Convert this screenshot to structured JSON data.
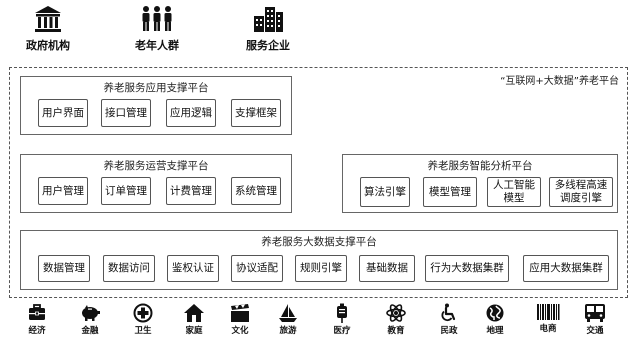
{
  "stakeholders": [
    {
      "icon": "government-building-icon",
      "label": "政府机构"
    },
    {
      "icon": "elderly-people-icon",
      "label": "老年人群"
    },
    {
      "icon": "enterprise-building-icon",
      "label": "服务企业"
    }
  ],
  "frame": {
    "title": "“互联网+大数据”养老平台"
  },
  "platforms": {
    "application": {
      "title": "养老服务应用支撑平台",
      "modules": [
        "用户界面",
        "接口管理",
        "应用逻辑",
        "支撑框架"
      ]
    },
    "operation": {
      "title": "养老服务运营支撑平台",
      "modules": [
        "用户管理",
        "订单管理",
        "计费管理",
        "系统管理"
      ]
    },
    "analysis": {
      "title": "养老服务智能分析平台",
      "modules": [
        "算法引擎",
        "模型管理",
        "人工智能\n模型",
        "多线程高速\n调度引擎"
      ]
    },
    "bigdata": {
      "title": "养老服务大数据支撑平台",
      "modules": [
        "数据管理",
        "数据访问",
        "鉴权认证",
        "协议适配",
        "规则引擎",
        "基础数据",
        "行为大数据集群",
        "应用大数据集群"
      ]
    }
  },
  "sectors": [
    {
      "icon": "briefcase-icon",
      "label": "经济"
    },
    {
      "icon": "piggy-bank-icon",
      "label": "金融"
    },
    {
      "icon": "medical-cross-icon",
      "label": "卫生"
    },
    {
      "icon": "house-icon",
      "label": "家庭"
    },
    {
      "icon": "clapperboard-icon",
      "label": "文化"
    },
    {
      "icon": "sailboat-icon",
      "label": "旅游"
    },
    {
      "icon": "iv-bag-icon",
      "label": "医疗"
    },
    {
      "icon": "atom-icon",
      "label": "教育"
    },
    {
      "icon": "wheelchair-icon",
      "label": "民政"
    },
    {
      "icon": "globe-icon",
      "label": "地理"
    },
    {
      "icon": "barcode-icon",
      "label": "电商"
    },
    {
      "icon": "bus-icon",
      "label": "交通"
    }
  ]
}
